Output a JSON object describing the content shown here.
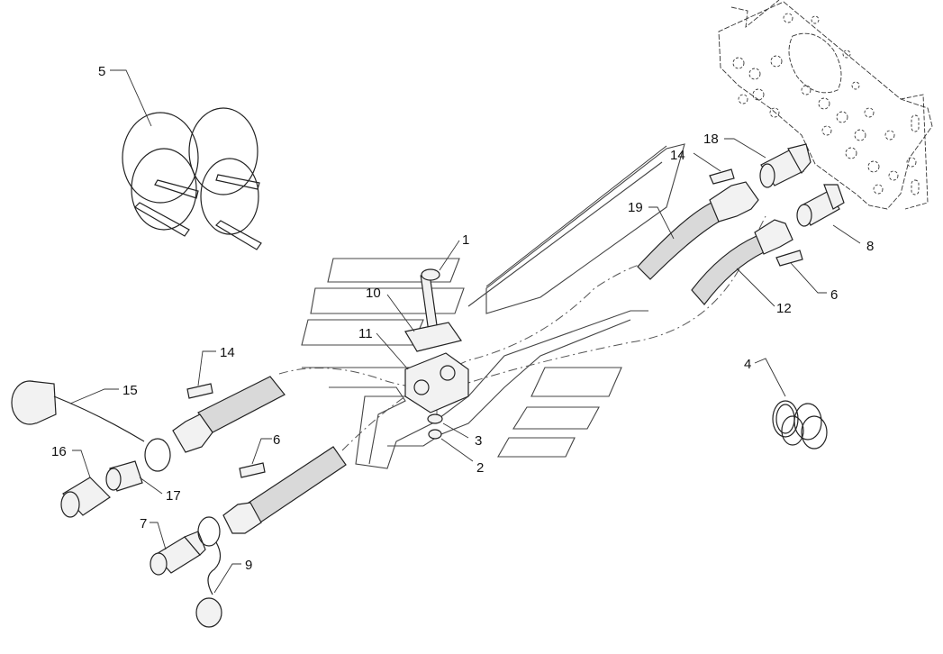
{
  "callouts": [
    {
      "id": "1",
      "text": "1"
    },
    {
      "id": "2",
      "text": "2"
    },
    {
      "id": "3",
      "text": "3"
    },
    {
      "id": "4",
      "text": "4"
    },
    {
      "id": "5",
      "text": "5"
    },
    {
      "id": "6a",
      "text": "6"
    },
    {
      "id": "6b",
      "text": "6"
    },
    {
      "id": "7",
      "text": "7"
    },
    {
      "id": "8",
      "text": "8"
    },
    {
      "id": "9",
      "text": "9"
    },
    {
      "id": "10",
      "text": "10"
    },
    {
      "id": "11",
      "text": "11"
    },
    {
      "id": "12",
      "text": "12"
    },
    {
      "id": "14a",
      "text": "14"
    },
    {
      "id": "14b",
      "text": "14"
    },
    {
      "id": "15",
      "text": "15"
    },
    {
      "id": "16",
      "text": "16"
    },
    {
      "id": "17",
      "text": "17"
    },
    {
      "id": "18",
      "text": "18"
    },
    {
      "id": "19",
      "text": "19"
    }
  ]
}
